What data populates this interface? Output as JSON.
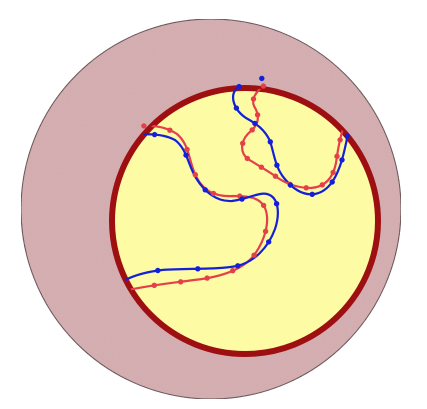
{
  "colors": {
    "background": "#ffffff",
    "outer_disk_fill": "#d8b0b3",
    "outer_disk_stroke": "#3a2a2a",
    "inner_disk_fill": "#fdfba3",
    "inner_disk_stroke": "#9e0f12",
    "red_curve": "#e4404a",
    "blue_curve": "#1420d8"
  },
  "elements": {
    "outer_disk": "outer-disk",
    "inner_disk": "inner-disk",
    "red_curves": [
      "red-curve-left",
      "red-curve-right"
    ],
    "blue_curves": [
      "blue-curve-left",
      "blue-curve-right"
    ]
  }
}
